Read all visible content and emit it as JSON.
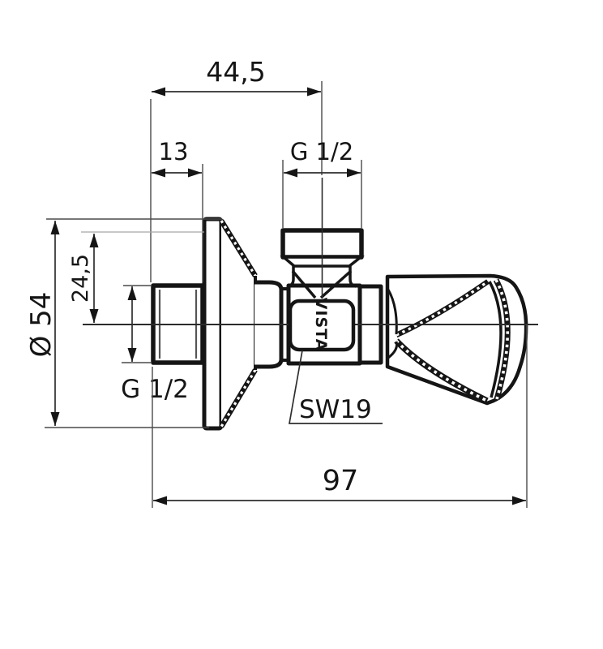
{
  "drawing": {
    "labels": {
      "width_total": "44,5",
      "thread_length": "13",
      "outlet_thread": "G 1/2",
      "inlet_thread": "G 1/2",
      "flange_diameter": "Ø 54",
      "center_offset": "24,5",
      "wrench_size": "SW19",
      "overall_length": "97",
      "body_mark": "VISTA"
    },
    "colors": {
      "line": "#151515",
      "dimension_line": "#2e2e2e",
      "faint_line": "#a8a8a8",
      "background": "#ffffff"
    }
  }
}
